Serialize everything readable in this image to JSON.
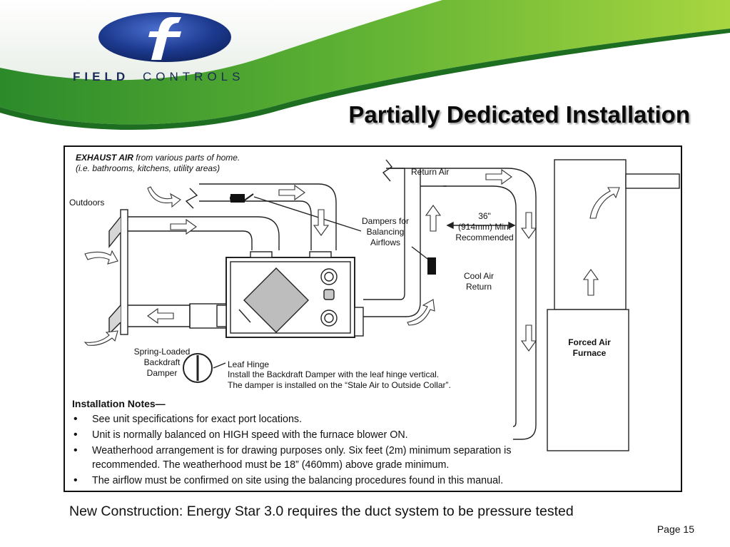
{
  "brand": {
    "logo_letter": "f",
    "name_bold": "FIELD",
    "name_light": "CONTROLS"
  },
  "slide": {
    "title": "Partially Dedicated Installation",
    "caption": "New Construction: Energy Star 3.0 requires the duct system to be pressure tested",
    "page": "Page 15"
  },
  "diagram": {
    "exhaust_air_bold": "EXHAUST AIR",
    "exhaust_air_rest": " from various parts of home.",
    "exhaust_air_line2": "(i.e. bathrooms, kitchens, utility areas)",
    "outdoors": "Outdoors",
    "return_air": "Return Air",
    "dampers_line1": "Dampers for",
    "dampers_line2": "Balancing",
    "dampers_line3": "Airflows",
    "dist_line1": "36\"",
    "dist_line2": "(914mm) Min.",
    "dist_line3": "Recommended",
    "cool_air_line1": "Cool Air",
    "cool_air_line2": "Return",
    "furnace_line1": "Forced Air",
    "furnace_line2": "Furnace",
    "spring_line1": "Spring-Loaded",
    "spring_line2": "Backdraft",
    "spring_line3": "Damper",
    "leaf_hinge": "Leaf Hinge",
    "leaf_line1": "Install the Backdraft Damper with the leaf hinge vertical.",
    "leaf_line2": "The damper is installed on the “Stale Air to Outside Collar”."
  },
  "notes": {
    "heading": "Installation Notes—",
    "items": [
      "See unit specifications for exact port locations.",
      "Unit is normally balanced on HIGH speed with the furnace blower ON.",
      "Weatherhood arrangement is for drawing purposes only. Six feet (2m) minimum separation is recommended. The weatherhood must be 18” (460mm) above grade minimum.",
      "The airflow must be confirmed on site using the balancing procedures found in this manual."
    ]
  },
  "colors": {
    "header_green_dark": "#2f8f2a",
    "header_green_light": "#9fd13f",
    "logo_blue": "#1d3a8f",
    "brand_text": "#1b2a58"
  }
}
